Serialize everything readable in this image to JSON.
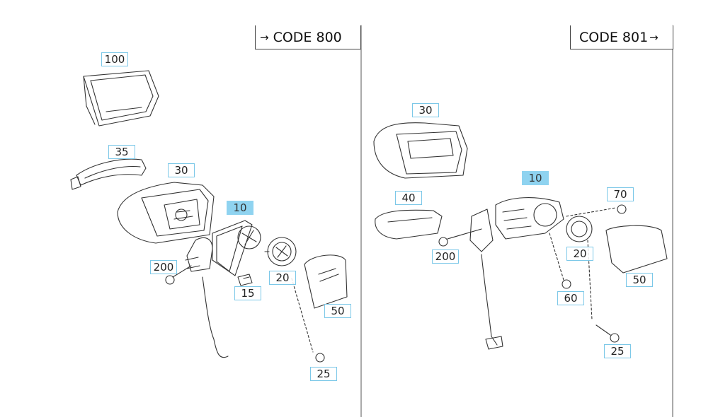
{
  "header_left": {
    "arrow": "→",
    "label": "CODE 800"
  },
  "header_right": {
    "arrow": "→",
    "label": "CODE 801"
  },
  "callouts_left": {
    "c100": "100",
    "c35": "35",
    "c30": "30",
    "c10": "10",
    "c200": "200",
    "c15": "15",
    "c20": "20",
    "c50": "50",
    "c25": "25"
  },
  "callouts_right": {
    "c30": "30",
    "c10": "10",
    "c40": "40",
    "c70": "70",
    "c200": "200",
    "c20": "20",
    "c50": "50",
    "c60": "60",
    "c25": "25"
  },
  "highlight_color": "#8fd3f0",
  "callout_border_color": "#7cc8e8"
}
